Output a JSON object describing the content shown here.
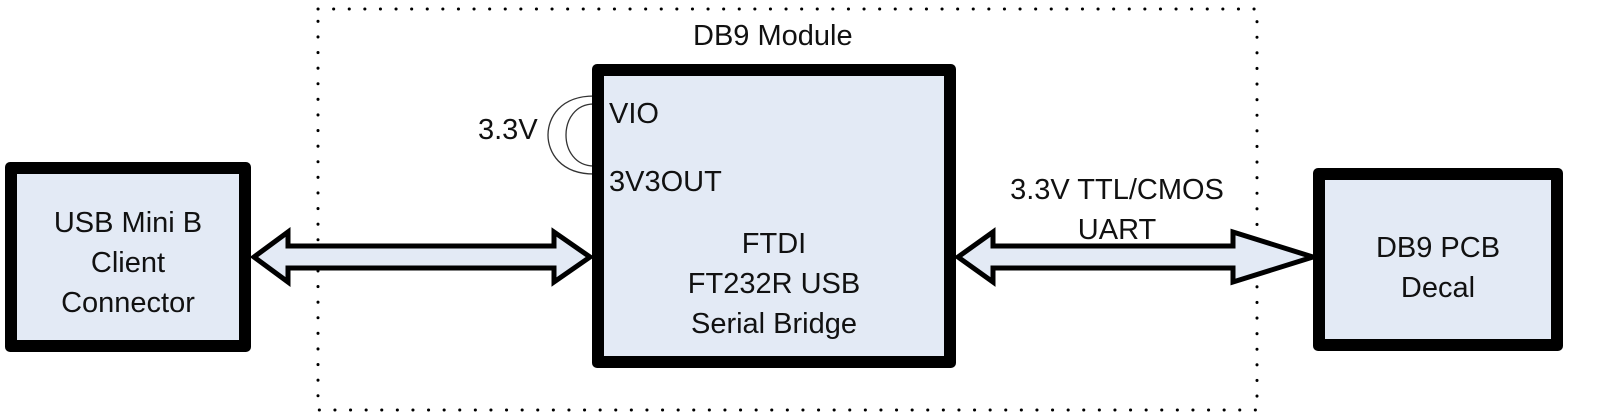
{
  "diagram": {
    "module": {
      "title": "DB9 Module"
    },
    "blocks": {
      "usb": {
        "lines": [
          "USB Mini B",
          "Client",
          "Connector"
        ]
      },
      "ftdi": {
        "pins": [
          "VIO",
          "3V3OUT"
        ],
        "lines": [
          "FTDI",
          "FT232R USB",
          "Serial Bridge"
        ]
      },
      "db9": {
        "lines": [
          "DB9 PCB",
          "Decal"
        ]
      }
    },
    "connections": {
      "loopback_label": "3.3V",
      "uart_label": [
        "3.3V TTL/CMOS",
        "UART"
      ]
    },
    "colors": {
      "block_fill": "#E3EAF5",
      "stroke": "#000000"
    }
  }
}
